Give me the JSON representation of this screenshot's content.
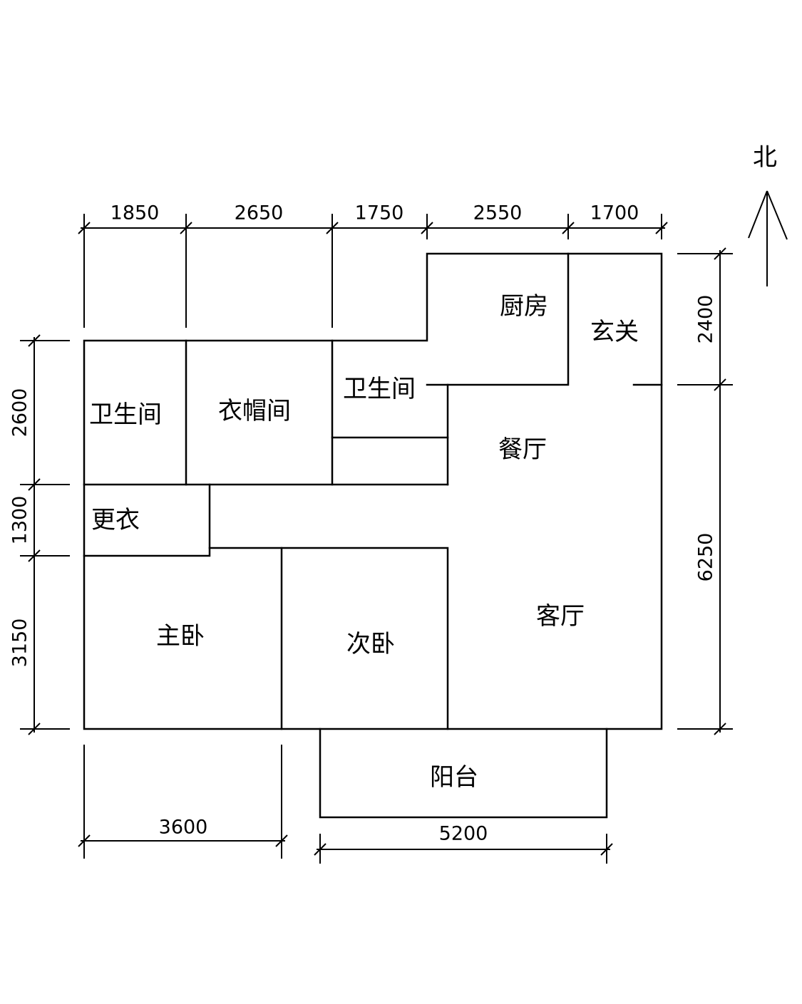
{
  "north": {
    "label": "北",
    "icon": "north-arrow-icon"
  },
  "rooms": {
    "bathroom_1": "卫生间",
    "wardrobe_room": "衣帽间",
    "bathroom_2": "卫生间",
    "kitchen": "厨房",
    "entrance": "玄关",
    "dining_room": "餐厅",
    "dressing": "更衣",
    "master_bedroom": "主卧",
    "second_bedroom": "次卧",
    "living_room": "客厅",
    "balcony": "阳台"
  },
  "dimensions": {
    "top": [
      "1850",
      "2650",
      "1750",
      "2550",
      "1700"
    ],
    "left": [
      "2600",
      "1300",
      "3150"
    ],
    "right": [
      "2400",
      "6250"
    ],
    "bottom_left": "3600",
    "bottom_balcony": "5200"
  }
}
